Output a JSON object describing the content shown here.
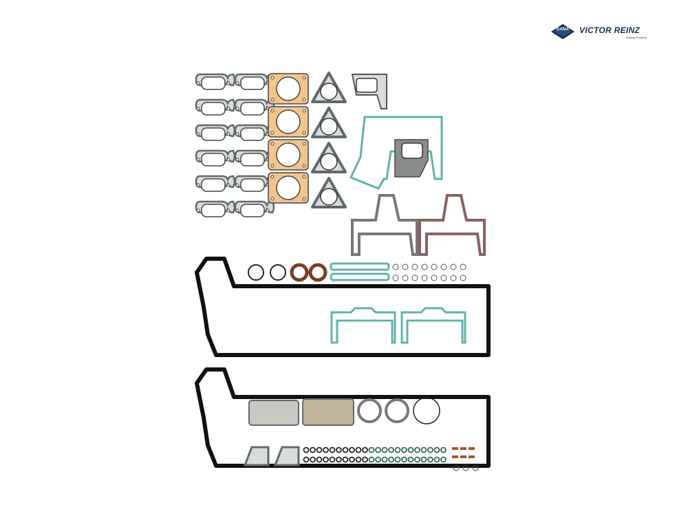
{
  "brand": {
    "badge_text": "DANA",
    "name": "VICTOR REINZ",
    "tagline": "Sealing Products",
    "color": "#1b2a4a"
  },
  "colors": {
    "graphite": "#5f6a6e",
    "graphite_fill": "#d9dcdb",
    "fiber": "#f2c58c",
    "fiber_edge": "#444444",
    "teal": "#5fb3a9",
    "rubber": "#111111",
    "brown_ring": "#7b3b24",
    "green_ring": "#2f6b4a",
    "copper": "#a8552a"
  },
  "icons": {
    "logo": "dana-diamond-icon"
  }
}
